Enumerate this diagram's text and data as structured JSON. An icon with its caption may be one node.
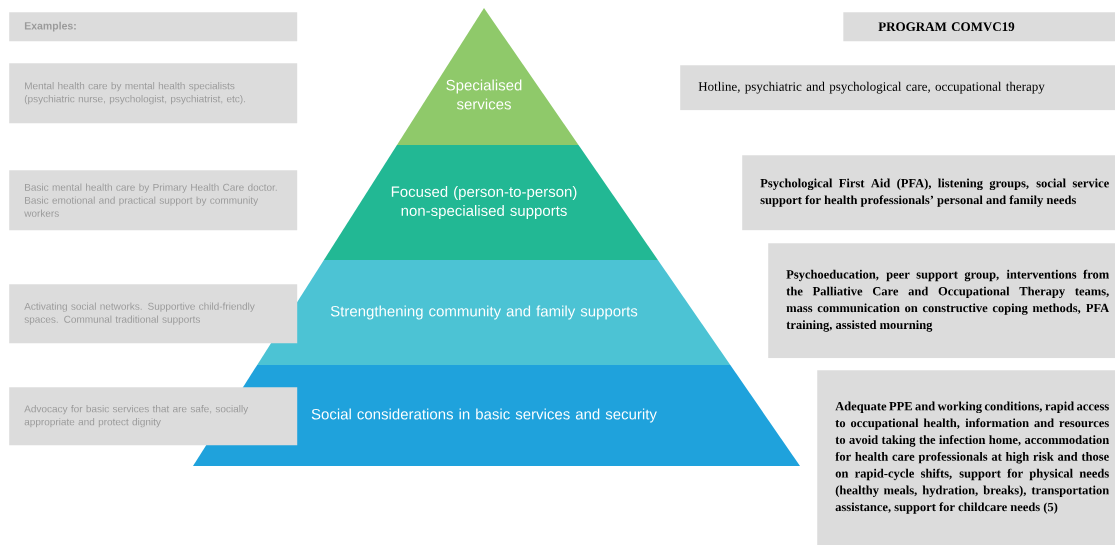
{
  "diagram": {
    "nodes": [
      {
        "text": [
          "Examples:"
        ]
      },
      {
        "text": [
          "Mental health care by mental health specialists (psychiatric nurse, psychologist, psychiatrist, etc)."
        ]
      },
      {
        "text": [
          "Basic mental health care by Primary Health Care doctor. Basic emotional and practical support by community workers"
        ]
      },
      {
        "text": [
          "Activating social networks. Supportive child-friendly spaces. Communal traditional supports"
        ]
      },
      {
        "text": [
          "Advocacy for basic services that are safe, socially appropriate and protect dignity"
        ]
      },
      {
        "text": [
          "Specialised services"
        ]
      },
      {
        "text": [
          "Focused (person-to-person) non-specialised supports"
        ]
      },
      {
        "text": [
          "Strengthening community and family supports"
        ]
      },
      {
        "text": [
          "Social considerations in basic services and security"
        ]
      },
      {
        "text": [
          "PROGRAM COMVC19"
        ]
      },
      {
        "text": [
          "Hotline, psychiatric and psychological care, occupational therapy"
        ]
      },
      {
        "text": [
          "Psychological First Aid (PFA), listening groups, social service support for health professionals’ personal and family needs"
        ]
      },
      {
        "text": [
          "Psychoeducation, peer support group, interventions from the Palliative Care and Occupational Therapy teams, mass communication on constructive coping methods, PFA training, assisted mourning"
        ]
      },
      {
        "text": [
          "Adequate PPE and working conditions, rapid access to occupational health, information and resources to avoid taking the infection home, accommodation for health care professionals at high risk and those on rapid-cycle shifts, support for physical needs (healthy meals, hydration, breaks), transportation assistance, support for childcare needs (5)"
        ]
      }
    ]
  }
}
